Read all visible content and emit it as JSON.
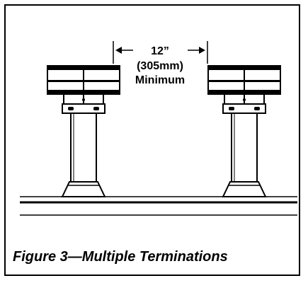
{
  "dimension": {
    "line1": "12”",
    "line2": "(305mm)",
    "line3": "Minimum"
  },
  "caption": "Figure 3—Multiple Terminations",
  "colors": {
    "ink": "#000000",
    "paper": "#ffffff"
  }
}
